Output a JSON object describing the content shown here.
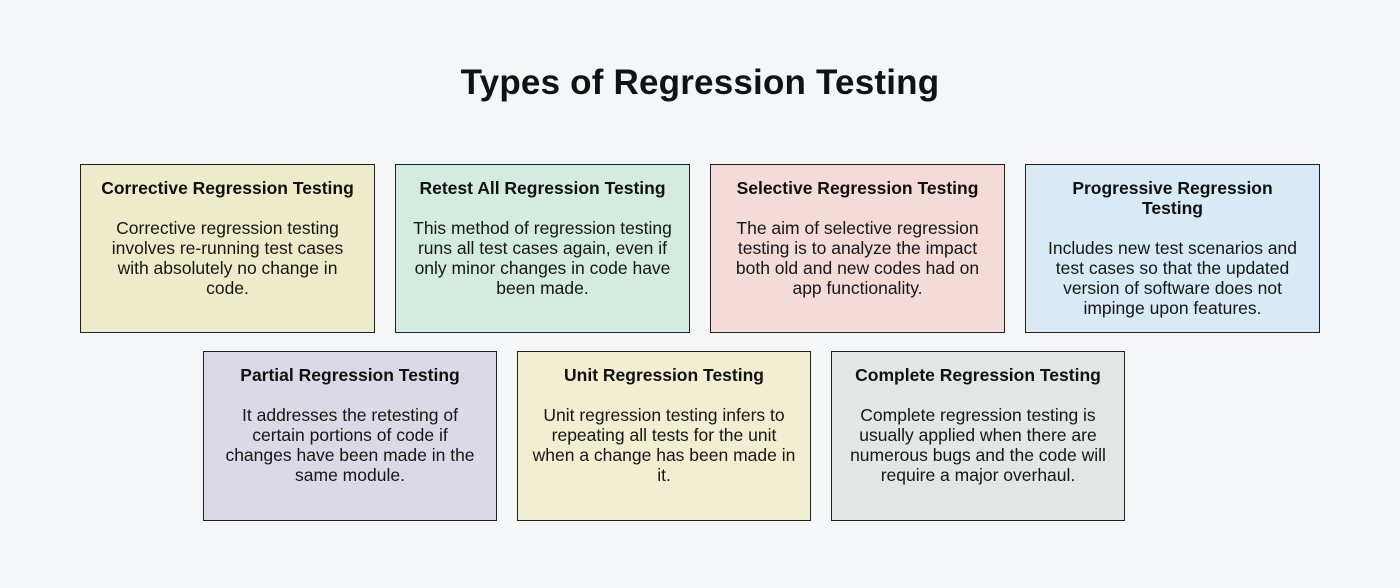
{
  "page": {
    "title": "Types of Regression Testing",
    "background_color": "#f5f6f8",
    "card_border_color": "#1f1f1f",
    "text_color": "#141414"
  },
  "cards": [
    {
      "title": "Corrective Regression Testing",
      "body": "Corrective regression testing involves re-running test cases with absolutely no change in code.",
      "bg": "#edebc9"
    },
    {
      "title": "Retest All Regression Testing",
      "body": "This method of regression testing runs all test cases again, even if only minor changes in code have been made.",
      "bg": "#d4ecdf"
    },
    {
      "title": "Selective Regression Testing",
      "body": "The aim of selective regression testing is to analyze the impact both old and new codes had on app functionality.",
      "bg": "#f4dbd9"
    },
    {
      "title": "Progressive Regression Testing",
      "body": "Includes new test scenarios and test cases so that the updated version of software does not impinge upon features.",
      "bg": "#d7eaf5"
    },
    {
      "title": "Partial Regression Testing",
      "body": "It addresses the retesting of certain portions of code if changes have been made in the same module.",
      "bg": "#dbd9e5"
    },
    {
      "title": "Unit Regression Testing",
      "body": "Unit regression testing infers to repeating all tests for the unit when a change has been made in it.",
      "bg": "#f2eed1"
    },
    {
      "title": "Complete Regression Testing",
      "body": "Complete regression testing is usually applied when there are numerous bugs and the code will require a major overhaul.",
      "bg": "#e4e6e5"
    }
  ]
}
